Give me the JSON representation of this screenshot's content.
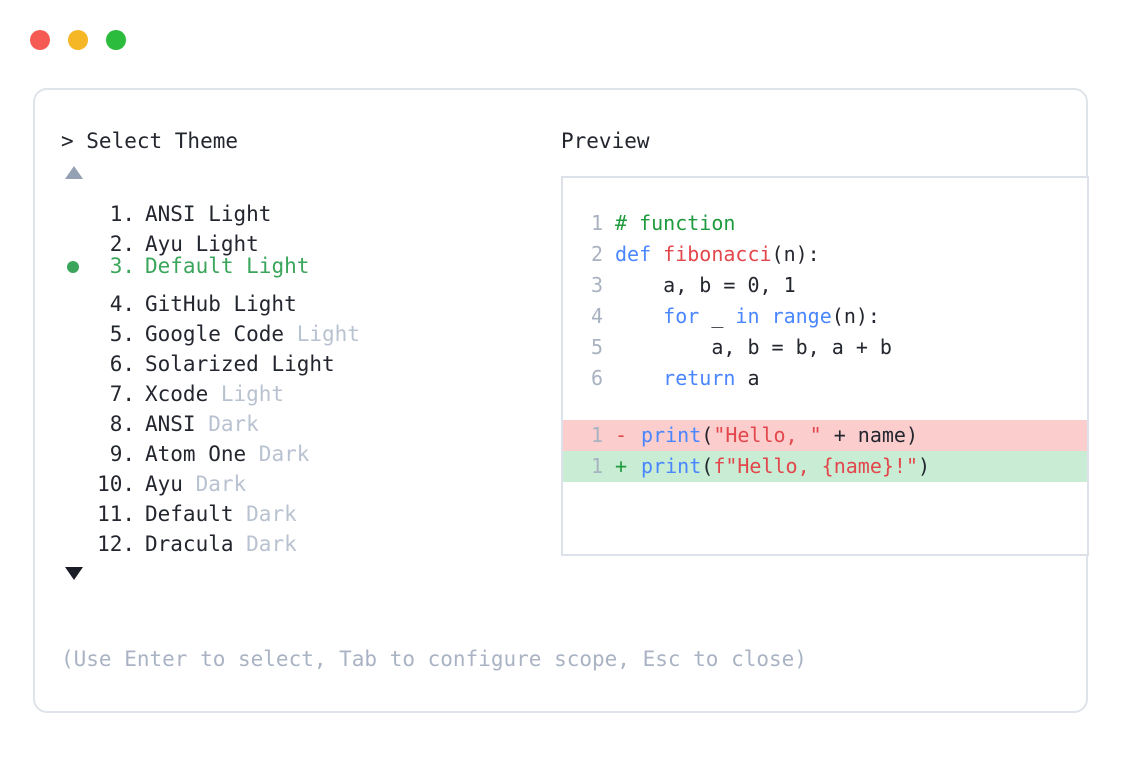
{
  "window": {
    "traffic_lights": [
      {
        "name": "close",
        "color": "#f45b52"
      },
      {
        "name": "minimize",
        "color": "#f6b726"
      },
      {
        "name": "maximize",
        "color": "#2bbb3d"
      }
    ]
  },
  "prompt": {
    "heading": "> Select Theme",
    "scroll_up_icon": "triangle-up",
    "scroll_down_icon": "triangle-down"
  },
  "themes": [
    {
      "number": "1.",
      "name": "ANSI",
      "suffix": "Light",
      "suffix_muted": false,
      "selected": false
    },
    {
      "number": "2.",
      "name": "Ayu",
      "suffix": "Light",
      "suffix_muted": false,
      "selected": false
    },
    {
      "number": "3.",
      "name": "Default",
      "suffix": "Light",
      "suffix_muted": false,
      "selected": true
    },
    {
      "number": "4.",
      "name": "GitHub",
      "suffix": "Light",
      "suffix_muted": false,
      "selected": false
    },
    {
      "number": "5.",
      "name": "Google Code",
      "suffix": "Light",
      "suffix_muted": true,
      "selected": false
    },
    {
      "number": "6.",
      "name": "Solarized",
      "suffix": "Light",
      "suffix_muted": false,
      "selected": false
    },
    {
      "number": "7.",
      "name": "Xcode",
      "suffix": "Light",
      "suffix_muted": true,
      "selected": false
    },
    {
      "number": "8.",
      "name": "ANSI",
      "suffix": "Dark",
      "suffix_muted": true,
      "selected": false
    },
    {
      "number": "9.",
      "name": "Atom One",
      "suffix": "Dark",
      "suffix_muted": true,
      "selected": false
    },
    {
      "number": "10.",
      "name": "Ayu",
      "suffix": "Dark",
      "suffix_muted": true,
      "selected": false
    },
    {
      "number": "11.",
      "name": "Default",
      "suffix": "Dark",
      "suffix_muted": true,
      "selected": false
    },
    {
      "number": "12.",
      "name": "Dracula",
      "suffix": "Dark",
      "suffix_muted": true,
      "selected": false
    }
  ],
  "hint": "(Use Enter to select, Tab to configure scope, Esc to close)",
  "preview": {
    "title": "Preview",
    "code_lines": [
      {
        "ln": "1",
        "tokens": [
          {
            "t": "# function",
            "c": "comment"
          }
        ]
      },
      {
        "ln": "2",
        "tokens": [
          {
            "t": "def ",
            "c": "kw"
          },
          {
            "t": "fibonacci",
            "c": "fn"
          },
          {
            "t": "(n):",
            "c": "punc"
          }
        ]
      },
      {
        "ln": "3",
        "tokens": [
          {
            "t": "    a, b = 0, 1",
            "c": "plain"
          }
        ]
      },
      {
        "ln": "4",
        "tokens": [
          {
            "t": "    ",
            "c": "plain"
          },
          {
            "t": "for",
            "c": "kw"
          },
          {
            "t": " _ ",
            "c": "plain"
          },
          {
            "t": "in",
            "c": "kw"
          },
          {
            "t": " ",
            "c": "plain"
          },
          {
            "t": "range",
            "c": "kw"
          },
          {
            "t": "(n):",
            "c": "punc"
          }
        ]
      },
      {
        "ln": "5",
        "tokens": [
          {
            "t": "        a, b = b, a + b",
            "c": "plain"
          }
        ]
      },
      {
        "ln": "6",
        "tokens": [
          {
            "t": "    ",
            "c": "plain"
          },
          {
            "t": "return",
            "c": "kw"
          },
          {
            "t": " a",
            "c": "plain"
          }
        ]
      }
    ],
    "diff_lines": [
      {
        "ln": "1",
        "kind": "del",
        "sign": "-",
        "tokens": [
          {
            "t": "print",
            "c": "kw"
          },
          {
            "t": "(",
            "c": "punc"
          },
          {
            "t": "\"Hello, \"",
            "c": "str"
          },
          {
            "t": " + name",
            "c": "plain"
          },
          {
            "t": ")",
            "c": "punc"
          }
        ]
      },
      {
        "ln": "1",
        "kind": "add",
        "sign": "+",
        "tokens": [
          {
            "t": "print",
            "c": "kw"
          },
          {
            "t": "(",
            "c": "punc"
          },
          {
            "t": "f\"Hello, {name}!\"",
            "c": "str"
          },
          {
            "t": ")",
            "c": "punc"
          }
        ]
      }
    ]
  },
  "colors": {
    "accent_green": "#3ba55c",
    "muted": "#b9c2d0",
    "hint": "#aab3c4",
    "border": "#dfe3ea",
    "diff_del_bg": "#fbcdcd",
    "diff_add_bg": "#c8ecd4"
  }
}
